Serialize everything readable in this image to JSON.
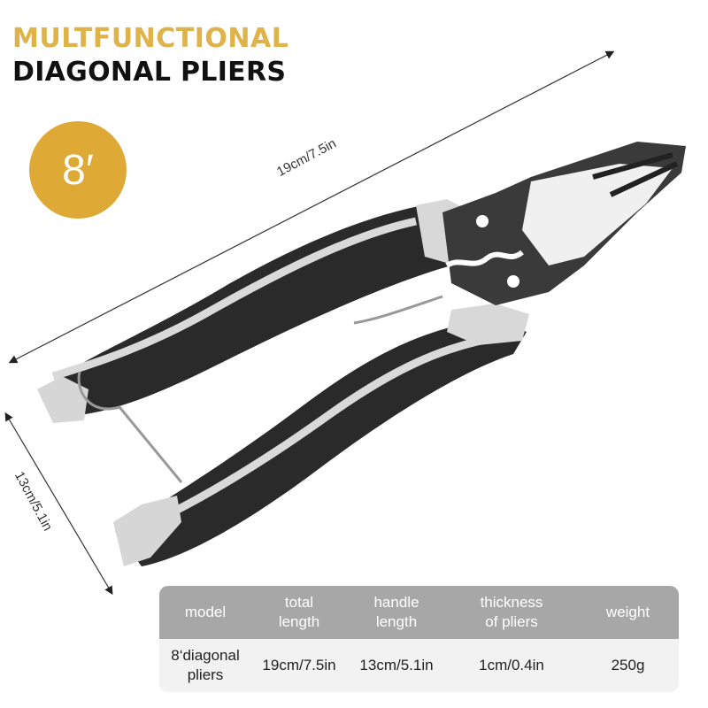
{
  "header": {
    "title_line1": "MULTFUNCTIONAL",
    "title_line2": "DIAGONAL PLIERS"
  },
  "badge": {
    "size_label": "8′"
  },
  "dimensions": {
    "total_length_label": "19cm/7.5in",
    "handle_length_label": "13cm/5.1in"
  },
  "colors": {
    "accent_gold": "#deaa35",
    "title_gold": "#e0b24a",
    "table_header": "#a7a7a7",
    "table_row": "#f2f2f2"
  },
  "spec_table": {
    "headers": [
      "model",
      "total\nlength",
      "handle\nlength",
      "thickness\nof pliers",
      "weight"
    ],
    "header_lines": [
      [
        "model"
      ],
      [
        "total",
        "length"
      ],
      [
        "handle",
        "length"
      ],
      [
        "thickness",
        "of pliers"
      ],
      [
        "weight"
      ]
    ],
    "row": {
      "model": [
        "8‘diagonal",
        "pliers"
      ],
      "total_length": "19cm/7.5in",
      "handle_length": "13cm/5.1in",
      "thickness": "1cm/0.4in",
      "weight": "250g"
    }
  },
  "product_image": {
    "icon": "diagonal-pliers-icon"
  }
}
